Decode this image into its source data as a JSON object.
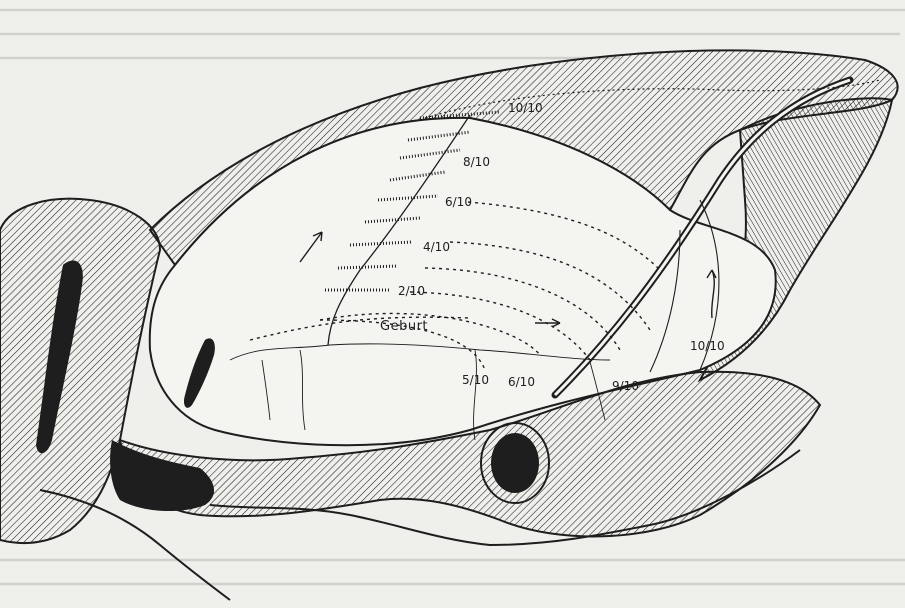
{
  "figure": {
    "labels": {
      "f10_top": "10/10",
      "f8": "8/10",
      "f6": "6/10",
      "f4": "4/10",
      "f2": "2/10",
      "birth": "Geburt",
      "f5_lower": "5/10",
      "f6_lower": "6/10",
      "f9_lower": "9/10",
      "f10_right": "10/10"
    },
    "colors": {
      "background": "#efefec",
      "ink": "#1e1e1e",
      "paper": "#f4f4f1"
    }
  }
}
